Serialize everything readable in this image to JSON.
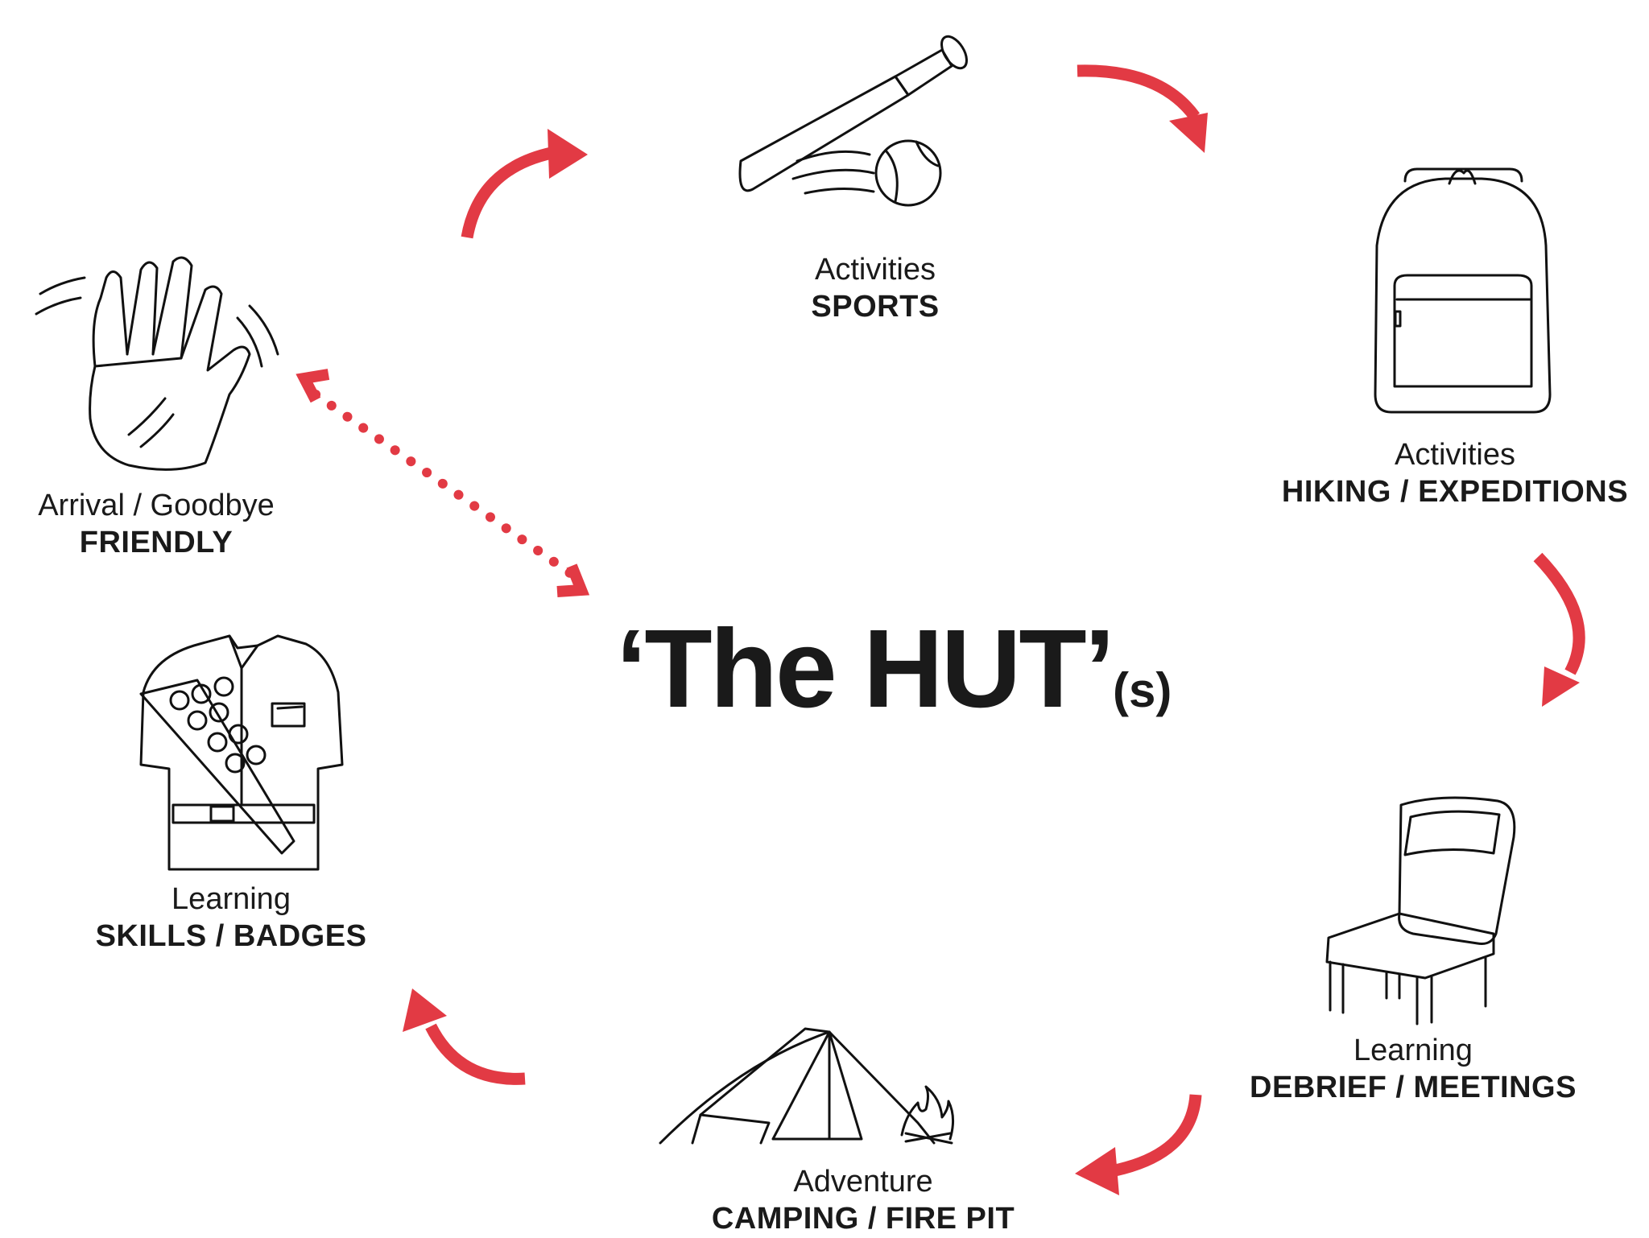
{
  "title": {
    "main": "‘The HUT’",
    "suffix": "(s)"
  },
  "colors": {
    "accent": "#e23a44",
    "ink": "#1a1a1a"
  },
  "nodes": [
    {
      "id": "sports",
      "icon": "baseball-bat-icon",
      "category": "Activities",
      "activity": "SPORTS"
    },
    {
      "id": "hiking",
      "icon": "backpack-icon",
      "category": "Activities",
      "activity": "HIKING / EXPEDITIONS"
    },
    {
      "id": "debrief",
      "icon": "chair-icon",
      "category": "Learning",
      "activity": "DEBRIEF / MEETINGS"
    },
    {
      "id": "camping",
      "icon": "tent-icon",
      "category": "Adventure",
      "activity": "CAMPING / FIRE PIT"
    },
    {
      "id": "skills",
      "icon": "scout-uniform-icon",
      "category": "Learning",
      "activity": "SKILLS / BADGES"
    },
    {
      "id": "friendly",
      "icon": "waving-hand-icon",
      "category": "Arrival / Goodbye",
      "activity": "FRIENDLY"
    }
  ],
  "connectors": [
    {
      "from": "friendly",
      "to": "sports",
      "style": "curved-arrow"
    },
    {
      "from": "sports",
      "to": "hiking",
      "style": "curved-arrow"
    },
    {
      "from": "hiking",
      "to": "debrief",
      "style": "curved-arrow"
    },
    {
      "from": "debrief",
      "to": "camping",
      "style": "curved-arrow"
    },
    {
      "from": "camping",
      "to": "skills",
      "style": "curved-arrow"
    },
    {
      "from": "friendly",
      "to": "hub",
      "style": "dotted-double-arrow"
    }
  ]
}
